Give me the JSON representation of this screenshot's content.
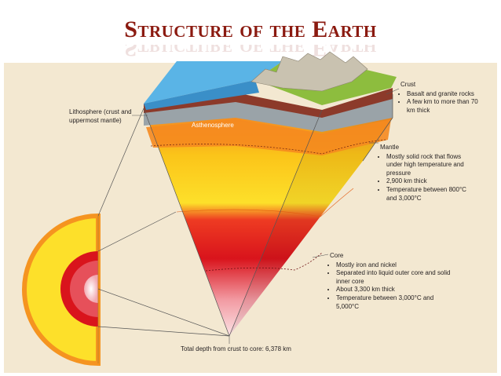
{
  "title": "Structure of the Earth",
  "labels": {
    "lithosphere": "Lithosphere (crust and uppermost mantle)",
    "asthenosphere": "Asthenosphere",
    "total_depth": "Total depth from crust to core: 6,378 km"
  },
  "crust": {
    "heading": "Crust",
    "items": [
      "Basalt and granite rocks",
      "A few km to more than 70 km thick"
    ]
  },
  "mantle": {
    "heading": "Mantle",
    "items": [
      "Mostly solid rock that flows under high temperature and pressure",
      "2,900 km thick",
      "Temperature between 800°C and 3,000°C"
    ]
  },
  "core": {
    "heading": "Core",
    "items": [
      "Mostly iron and nickel",
      "Separated into liquid outer core and solid inner core",
      "About 3,300 km thick",
      "Temperature between 3,000°C and 5,000°C"
    ]
  },
  "colors": {
    "title": "#8b1a10",
    "panel": "#f3e8d1",
    "ocean": "#5ab4e6",
    "land": "#8dbd3e",
    "crust": "#8c3a2a",
    "asthenosphere": "#f58a1f",
    "mantle": "#fcd21a",
    "outer_core": "#e41e26",
    "inner_core": "#f7c9c9"
  }
}
